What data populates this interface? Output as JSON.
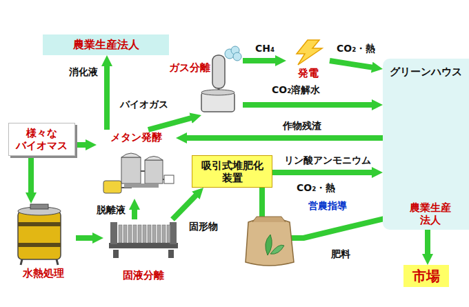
{
  "diagram": {
    "nodes": [
      {
        "text": [
          "農業生産法人"
        ]
      },
      {
        "text": [
          "ガス分離"
        ]
      },
      {
        "text": [
          "発電"
        ]
      },
      {
        "text": [
          "グリーンハウス"
        ]
      },
      {
        "text": [
          "様々な バイオマス"
        ]
      },
      {
        "text": [
          "メタン発酵"
        ]
      },
      {
        "text": [
          "吸引式堆肥化 装置"
        ]
      },
      {
        "text": [
          "農業生産 法人"
        ],
        "in": 3
      },
      {
        "text": [
          "水熱処理"
        ]
      },
      {
        "text": [
          "固液分離"
        ]
      },
      {
        "text": [
          "市場"
        ]
      }
    ],
    "edges": [
      {
        "from": 5,
        "to": 0,
        "arrow": "to",
        "label": "消化液"
      },
      {
        "from": 5,
        "to": 1,
        "arrow": "to",
        "label": "バイオガス"
      },
      {
        "from": 1,
        "to": 2,
        "arrow": "to",
        "label": "CH₄"
      },
      {
        "from": 2,
        "to": 3,
        "arrow": "to",
        "label": "CO₂・熱"
      },
      {
        "from": 1,
        "to": 3,
        "arrow": "to",
        "label": "CO₂溶解水"
      },
      {
        "from": 3,
        "to": 5,
        "arrow": "to",
        "label": "作物残渣"
      },
      {
        "from": 4,
        "to": 5,
        "arrow": "to"
      },
      {
        "from": 4,
        "to": 8,
        "arrow": "to"
      },
      {
        "from": 8,
        "to": 9,
        "arrow": "to"
      },
      {
        "from": 9,
        "to": 5,
        "arrow": "to",
        "label": "脱離液"
      },
      {
        "from": 9,
        "to": 6,
        "arrow": "to",
        "label": "固形物"
      },
      {
        "from": 6,
        "to": 3,
        "arrow": "to",
        "label": "リン酸アンモニウム"
      },
      {
        "from": 6,
        "to": 7,
        "arrow": "to",
        "label": "肥料"
      },
      {
        "from": 7,
        "to": 10,
        "arrow": "to"
      }
    ],
    "labels": [
      "CO₂・熱",
      "営農指導"
    ]
  }
}
